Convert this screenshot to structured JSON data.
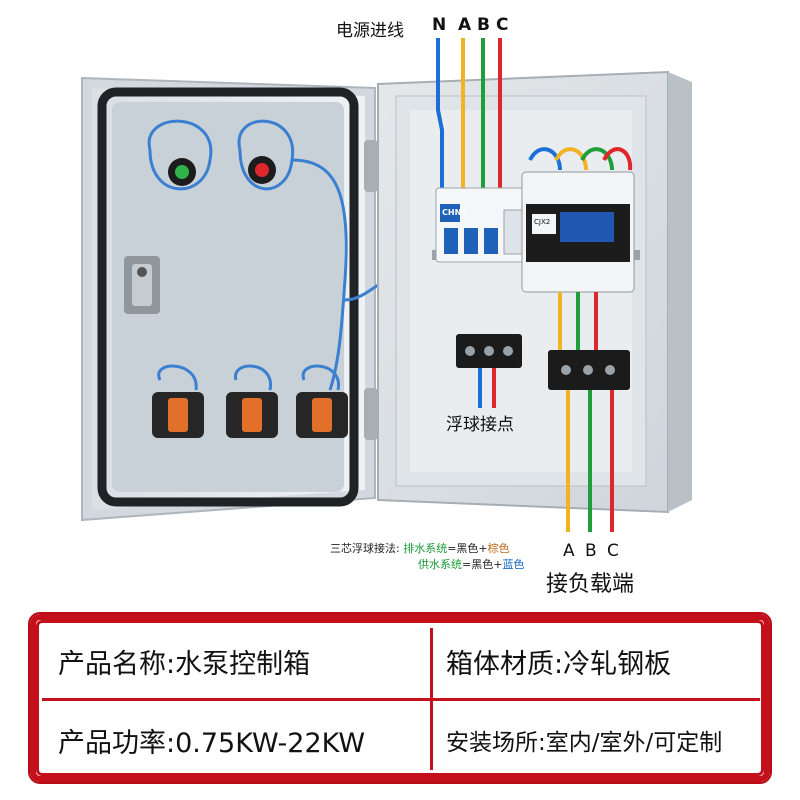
{
  "top_labels": {
    "power_in": "电源进线",
    "phase_n": "N",
    "phase_a": "A",
    "phase_b": "B",
    "phase_c": "C"
  },
  "float_ball_label": "浮球接点",
  "breaker_brand": "CHNT",
  "contactor_brand": "CJX2",
  "wiring_note": {
    "prefix": "三芯浮球接法:",
    "line1_system": "排水系统",
    "line1_eq": "=黑色+",
    "line1_color": "棕色",
    "line2_system": "供水系统",
    "line2_eq": "=黑色+",
    "line2_color": "蓝色"
  },
  "load_labels": {
    "phase_a": "A",
    "phase_b": "B",
    "phase_c": "C",
    "title": "接负载端"
  },
  "specs": {
    "name": "产品名称:水泵控制箱",
    "material": "箱体材质:冷轧钢板",
    "power": "产品功率:0.75KW-22KW",
    "install": "安装场所:室内/室外/可定制"
  },
  "colors": {
    "wire_n": "#1c6fd6",
    "wire_a": "#f0b323",
    "wire_b": "#1f9e3c",
    "wire_c": "#e0262d",
    "brand_red": "#c3101a",
    "note_green": "#1a9a35",
    "note_brown": "#c06a1a",
    "note_blue": "#1565c0"
  }
}
